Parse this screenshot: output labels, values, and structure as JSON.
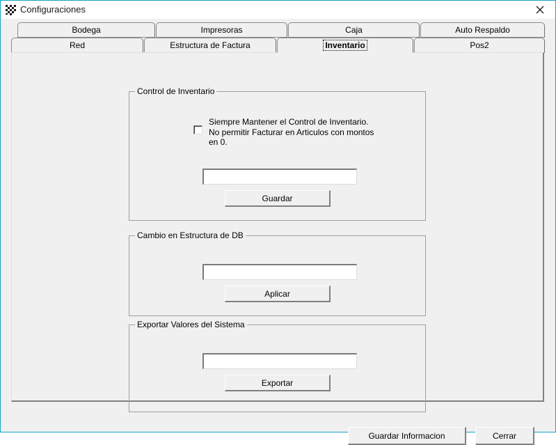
{
  "window": {
    "title": "Configuraciones",
    "icon": "checkered-flag-icon",
    "close_label": "×",
    "accent_color": "#12a5c6",
    "face_color": "#f0f0f0",
    "titlebar_color": "#ffffff"
  },
  "tabs": {
    "row1": [
      {
        "id": "bodega",
        "label": "Bodega",
        "active": false
      },
      {
        "id": "impresoras",
        "label": "Impresoras",
        "active": false
      },
      {
        "id": "caja",
        "label": "Caja",
        "active": false
      },
      {
        "id": "auto-respaldo",
        "label": "Auto Respaldo",
        "active": false
      }
    ],
    "row2": [
      {
        "id": "red",
        "label": "Red",
        "active": false
      },
      {
        "id": "estructura-de-factura",
        "label": "Estructura de Factura",
        "active": false
      },
      {
        "id": "inventario",
        "label": "Inventario",
        "active": true
      },
      {
        "id": "pos2",
        "label": "Pos2",
        "active": false
      }
    ],
    "selected": "Inventario"
  },
  "groups": {
    "control_inventario": {
      "title": "Control de Inventario",
      "checkbox": {
        "label": "Siempre Mantener el Control de Inventario. No permitir Facturar en Articulos con montos en 0.",
        "checked": false
      },
      "input": {
        "value": "",
        "placeholder": ""
      },
      "button": {
        "label": "Guardar"
      }
    },
    "cambio_estructura_db": {
      "title": "Cambio en Estructura de DB",
      "input": {
        "value": "",
        "placeholder": ""
      },
      "button": {
        "label": "Aplicar"
      }
    },
    "exportar_valores": {
      "title": "Exportar Valores del Sistema",
      "input": {
        "value": "",
        "placeholder": ""
      },
      "button": {
        "label": "Exportar"
      }
    }
  },
  "footer": {
    "save_label": "Guardar Informacion",
    "close_label": "Cerrar"
  }
}
